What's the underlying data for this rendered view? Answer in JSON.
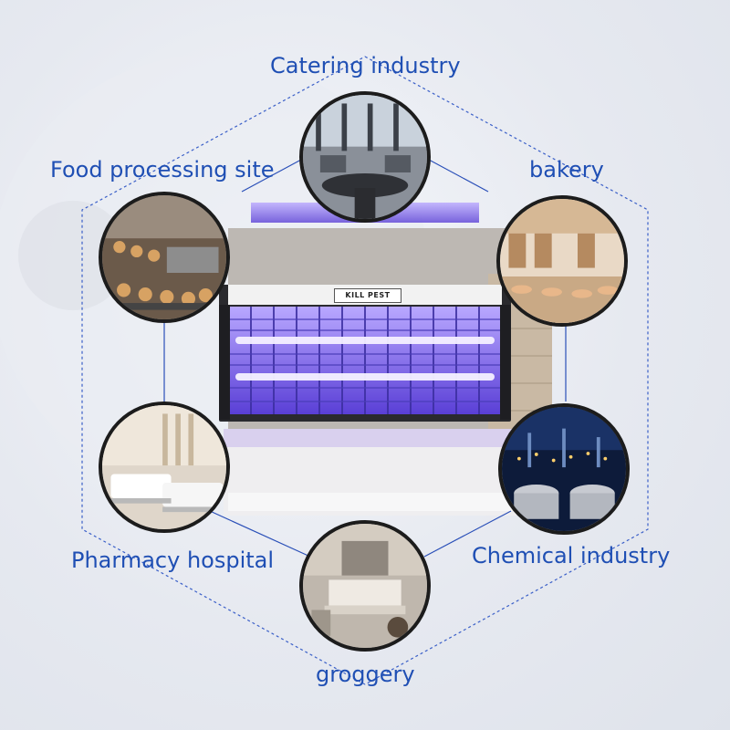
{
  "brand": "KILL PEST",
  "labels": {
    "catering": "Catering industry",
    "food_processing": "Food processing site",
    "bakery": "bakery",
    "pharmacy_hospital": "Pharmacy hospital",
    "chemical": "Chemical industry",
    "groggery": "groggery"
  },
  "colors": {
    "label_text": "#1f4fb4",
    "uv_light": "#7a5cf0",
    "outline": "#3a5fc8"
  }
}
